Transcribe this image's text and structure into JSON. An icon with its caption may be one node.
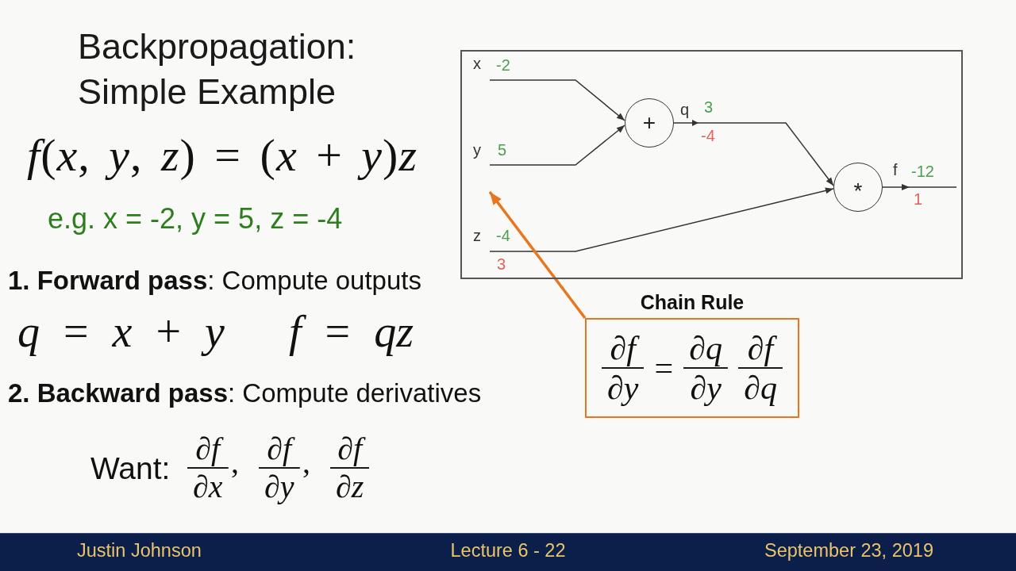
{
  "diagram": {
    "title": "Backpropagation: Simple Example",
    "nodes": [
      {
        "text": [],
        "shape": "box"
      },
      {
        "text": [
          "x"
        ],
        "beside": [
          "-2"
        ],
        "in": 0
      },
      {
        "text": [
          "y"
        ],
        "beside": [
          "5"
        ],
        "in": 0
      },
      {
        "text": [
          "z"
        ],
        "beside": [
          "-4",
          "3"
        ],
        "in": 0
      },
      {
        "text": [
          "+"
        ],
        "in": 0
      },
      {
        "text": [
          "*"
        ],
        "in": 0
      },
      {
        "text": [
          "Chain Rule",
          "∂*f* ∂*y*",
          "=",
          "∂*q* ∂*y*",
          "∂*f* ∂*q*"
        ]
      }
    ],
    "edges": [
      {
        "from": 1,
        "to": 4,
        "arrow": "to"
      },
      {
        "from": 2,
        "to": 4,
        "arrow": "to"
      },
      {
        "from": 4,
        "to": 5,
        "arrow": "to",
        "label": "q"
      },
      {
        "from": 3,
        "to": 5,
        "arrow": "to"
      },
      {
        "from": 5,
        "to": null,
        "arrow": "to",
        "label": "f"
      },
      {
        "from": 6,
        "to": 2,
        "arrow": "to",
        "style": "thick",
        "color": "#e8761e"
      }
    ],
    "labels": [
      "3",
      "-4",
      "-12",
      "1",
      "*f*(*x*, *y*, *z*) = (*x* + *y*)*z*",
      "e.g. x = -2, y = 5, z = -4",
      "**1. Forward pass**: Compute outputs",
      "*q* = *x* + *y*",
      "*f* = *qz*",
      "**2. Backward pass**: Compute derivatives",
      "Want:",
      "∂*f* ∂*x*",
      ",",
      "∂*f* ∂*y*",
      ",",
      "∂*f* ∂*z*",
      "Justin Johnson",
      "Lecture 6 - 22",
      "September 23, 2019"
    ]
  }
}
